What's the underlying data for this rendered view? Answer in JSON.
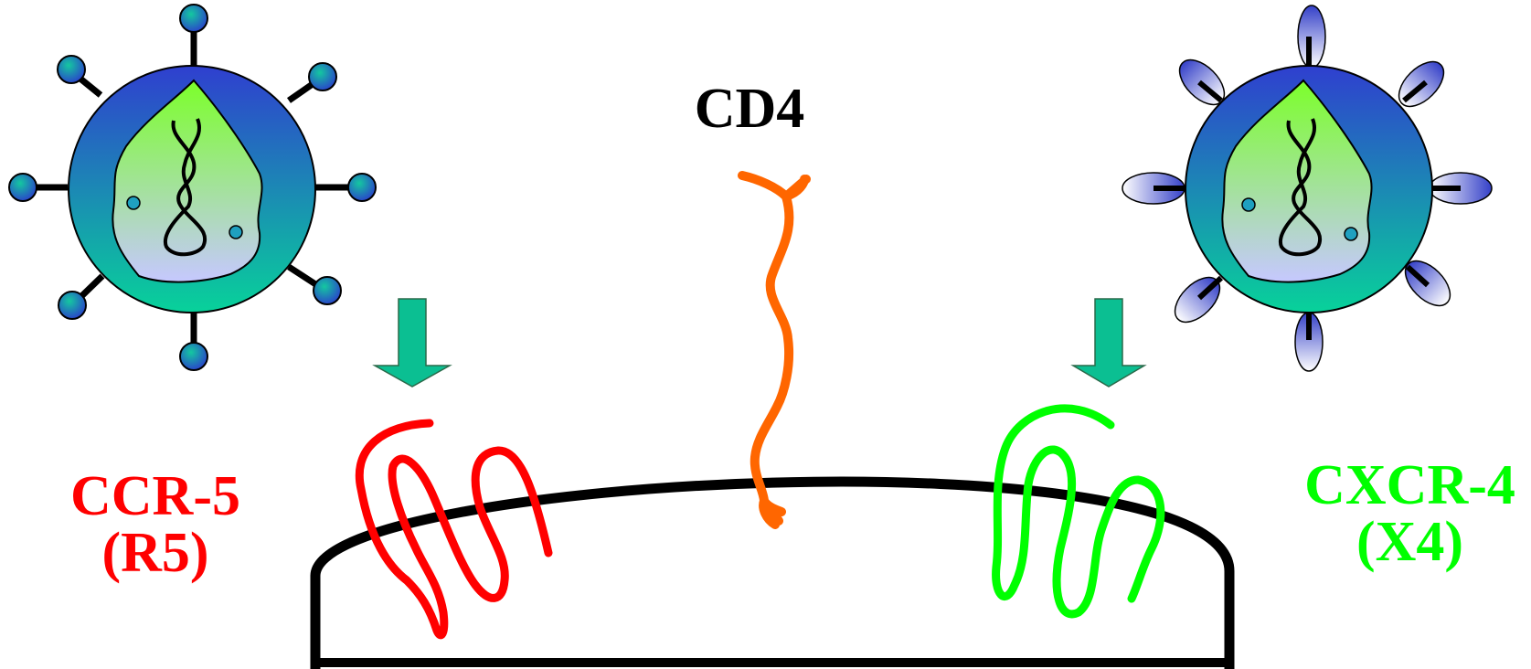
{
  "labels": {
    "cd4": "CD4",
    "ccr5_line1": "CCR-5",
    "ccr5_line2": "(R5)",
    "cxcr4_line1": "CXCR-4",
    "cxcr4_line2": "(X4)"
  },
  "colors": {
    "ccr5": "#ff0000",
    "cxcr4": "#00ff00",
    "cd4": "#ff6600",
    "arrow": "#00c08a",
    "outline": "#000000"
  }
}
